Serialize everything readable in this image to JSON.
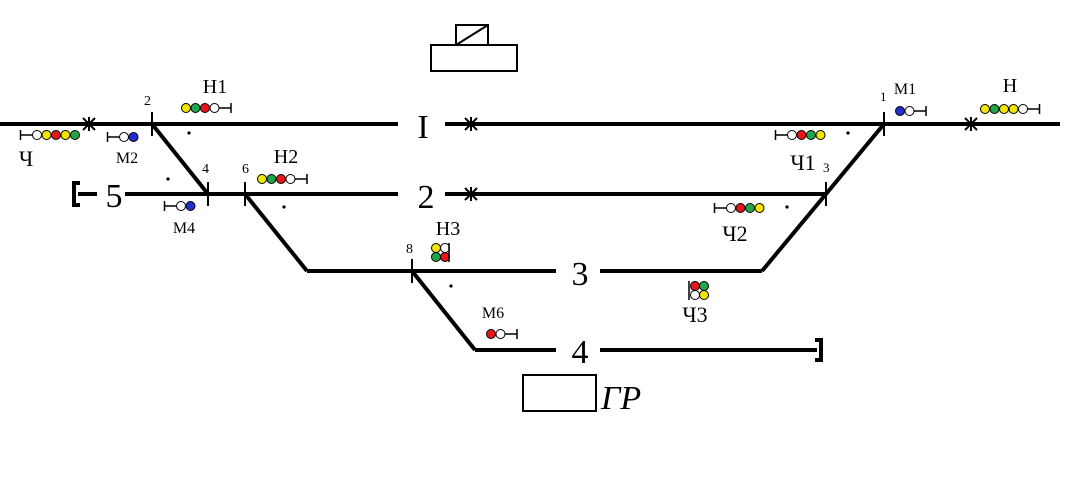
{
  "colors": {
    "yellow": "#f2e600",
    "green": "#1fa64a",
    "red": "#e8151b",
    "blue": "#1f2fd0",
    "white": "#ffffff",
    "line": "#000000"
  },
  "tracks": [
    {
      "key": "I",
      "label": "I"
    },
    {
      "key": "2",
      "label": "2"
    },
    {
      "key": "3",
      "label": "3"
    },
    {
      "key": "4",
      "label": "4"
    },
    {
      "key": "5",
      "label": "5"
    }
  ],
  "switches": [
    "1",
    "2",
    "3",
    "4",
    "6",
    "8"
  ],
  "signals": [
    {
      "key": "N",
      "label": "Н",
      "lamps": [
        "yellow",
        "green",
        "yellow",
        "yellow",
        "white"
      ]
    },
    {
      "key": "N1",
      "label": "Н1",
      "lamps": [
        "yellow",
        "green",
        "red",
        "white"
      ]
    },
    {
      "key": "N2",
      "label": "Н2",
      "lamps": [
        "yellow",
        "green",
        "red",
        "white"
      ]
    },
    {
      "key": "N3",
      "label": "Н3",
      "lamps": [
        "yellow",
        "white",
        "green",
        "red"
      ]
    },
    {
      "key": "CH",
      "label": "Ч",
      "lamps": [
        "white",
        "yellow",
        "red",
        "yellow",
        "green"
      ]
    },
    {
      "key": "CH1",
      "label": "Ч1",
      "lamps": [
        "white",
        "red",
        "green",
        "yellow"
      ]
    },
    {
      "key": "CH2",
      "label": "Ч2",
      "lamps": [
        "white",
        "red",
        "green",
        "yellow"
      ]
    },
    {
      "key": "CH3",
      "label": "Ч3",
      "lamps": [
        "red",
        "green",
        "white",
        "yellow"
      ]
    },
    {
      "key": "M1",
      "label": "М1",
      "lamps": [
        "blue",
        "white"
      ]
    },
    {
      "key": "M2",
      "label": "М2",
      "lamps": [
        "white",
        "blue"
      ]
    },
    {
      "key": "M4",
      "label": "М4",
      "lamps": [
        "white",
        "blue"
      ]
    },
    {
      "key": "M6",
      "label": "М6",
      "lamps": [
        "red",
        "white"
      ]
    }
  ],
  "buildings": {
    "cargo_area": "ГР"
  }
}
